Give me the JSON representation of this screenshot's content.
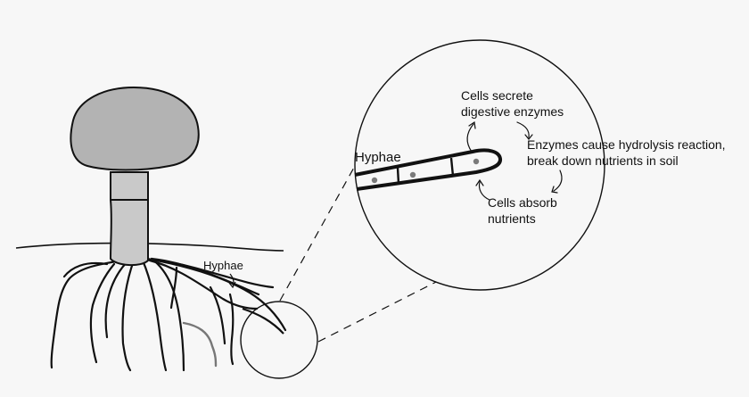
{
  "labels": {
    "hyphae_small": "Hyphae",
    "hyphae_zoom": "Hyphae",
    "secrete_line1": "Cells secrete",
    "secrete_line2": "digestive enzymes",
    "hydrolysis_line1": "Enzymes cause hydrolysis reaction,",
    "hydrolysis_line2": "break down nutrients in soil",
    "absorb_line1": "Cells absorb",
    "absorb_line2": "nutrients"
  },
  "colors": {
    "cap": "#b3b3b3",
    "stem": "#c9c9c9",
    "stroke": "#111111",
    "background": "#f7f7f7",
    "gray_hypha": "#777777",
    "cell_dot": "#7a7a7a"
  }
}
